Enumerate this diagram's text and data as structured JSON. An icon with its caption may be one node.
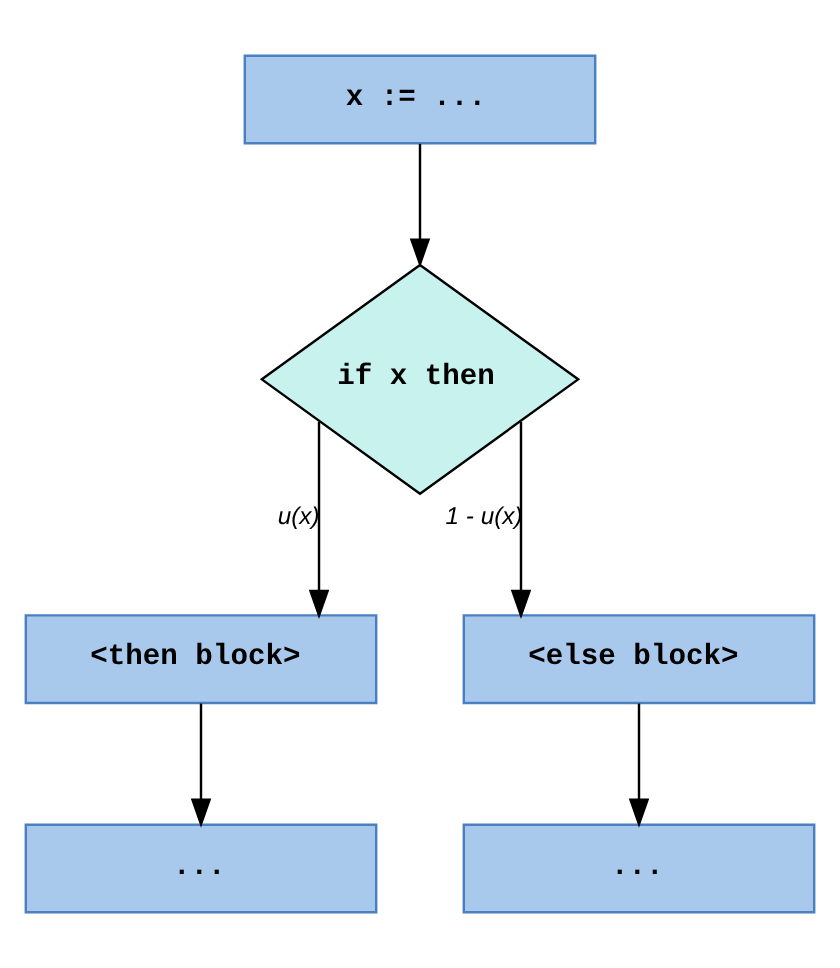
{
  "diagram": {
    "nodes": [
      {
        "text": [
          "x := ..."
        ]
      },
      {
        "text": [
          "if x then"
        ]
      },
      {
        "text": [
          "<then block>"
        ]
      },
      {
        "text": [
          "<else block>"
        ]
      },
      {
        "text": [
          "..."
        ]
      },
      {
        "text": [
          "..."
        ]
      }
    ],
    "edges": [
      {
        "from": 0,
        "to": 1,
        "arrow": "to"
      },
      {
        "from": 1,
        "to": 2,
        "arrow": "to",
        "label": "u(x)"
      },
      {
        "from": 1,
        "to": 3,
        "arrow": "to",
        "label": "1 - u(x)"
      },
      {
        "from": 2,
        "to": 4,
        "arrow": "to"
      },
      {
        "from": 3,
        "to": 5,
        "arrow": "to"
      }
    ]
  }
}
